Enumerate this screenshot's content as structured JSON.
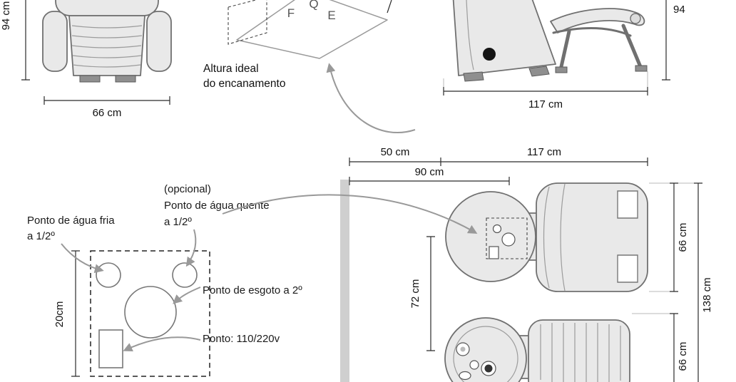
{
  "front_view": {
    "height_label": "94 cm",
    "width_label": "66 cm"
  },
  "plumbing_plane": {
    "letter_f": "F",
    "letter_q": "Q",
    "letter_e": "E",
    "caption_line1": "Altura ideal",
    "caption_line2": "do encanamento"
  },
  "side_view": {
    "height_label": "94",
    "width_label": "117 cm"
  },
  "plan_view": {
    "dim_50": "50 cm",
    "dim_117": "117 cm",
    "dim_90": "90 cm",
    "dim_72": "72 cm",
    "dim_66_top": "66 cm",
    "dim_138": "138 cm",
    "dim_66_bottom": "66 cm"
  },
  "points": {
    "cold_water_line1": "Ponto de água fria",
    "cold_water_line2": "a 1/2º",
    "hot_water_line1": "(opcional)",
    "hot_water_line2": "Ponto de água quente",
    "hot_water_line3": "a 1/2º",
    "drain_label": "Ponto de esgoto a 2º",
    "power_label": "Ponto: 110/220v",
    "offset_label": "20cm"
  },
  "colors": {
    "line": "#2b2b2b",
    "chair_fill": "#e9e9e9",
    "chair_stroke": "#707070",
    "arrow": "#999999",
    "wall_fill": "#cfcfcf"
  }
}
